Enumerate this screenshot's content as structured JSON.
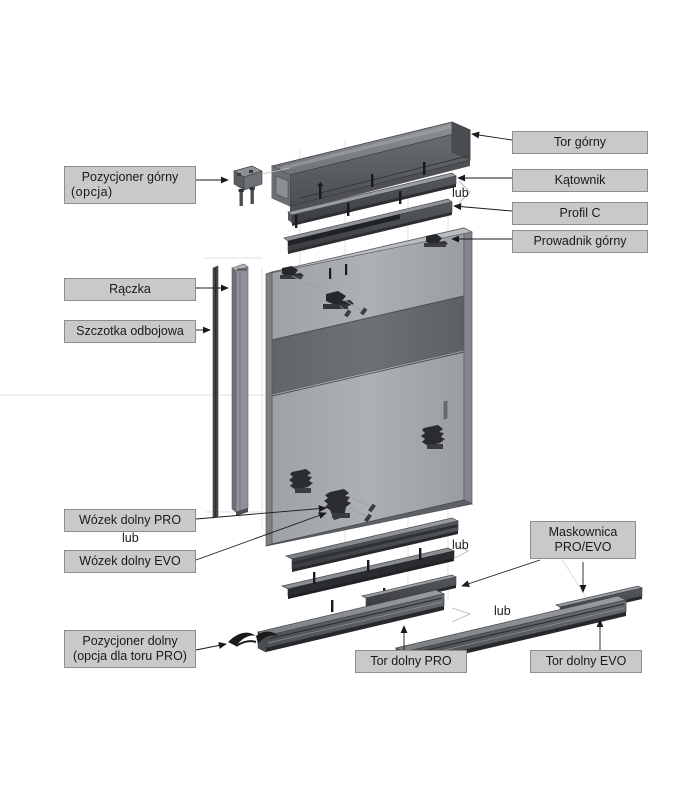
{
  "diagram": {
    "title": "Sliding door system exploded assembly diagram",
    "background_color": "#ffffff",
    "label_fill": "#c9c9c9",
    "label_border": "#8d8d8d",
    "metal_light": "#a8abb0",
    "metal_dark": "#6a6d72",
    "metal_darkest": "#3a3c40"
  },
  "labels": {
    "pozycjoner_gorny_line1": "Pozycjoner górny",
    "pozycjoner_gorny_line2": "(opcja)",
    "raczka": "Rączka",
    "szczotka_odbojowa": "Szczotka odbojowa",
    "wozek_dolny_pro": "Wózek dolny PRO",
    "wozek_dolny_evo": "Wózek dolny EVO",
    "pozycjoner_dolny_line1": "Pozycjoner dolny",
    "pozycjoner_dolny_line2": "(opcja dla toru PRO)",
    "tor_gorny": "Tor górny",
    "katownik": "Kątownik",
    "profil_c": "Profil C",
    "prowadnik_gorny": "Prowadnik górny",
    "maskownica_line1": "Maskownica",
    "maskownica_line2": "PRO/EVO",
    "tor_dolny_pro": "Tor dolny PRO",
    "tor_dolny_evo": "Tor dolny EVO"
  },
  "connectors": {
    "lub_top": "lub",
    "lub_left_middle": "lub",
    "lub_rail_upper": "lub",
    "lub_rail_lower": "lub"
  }
}
